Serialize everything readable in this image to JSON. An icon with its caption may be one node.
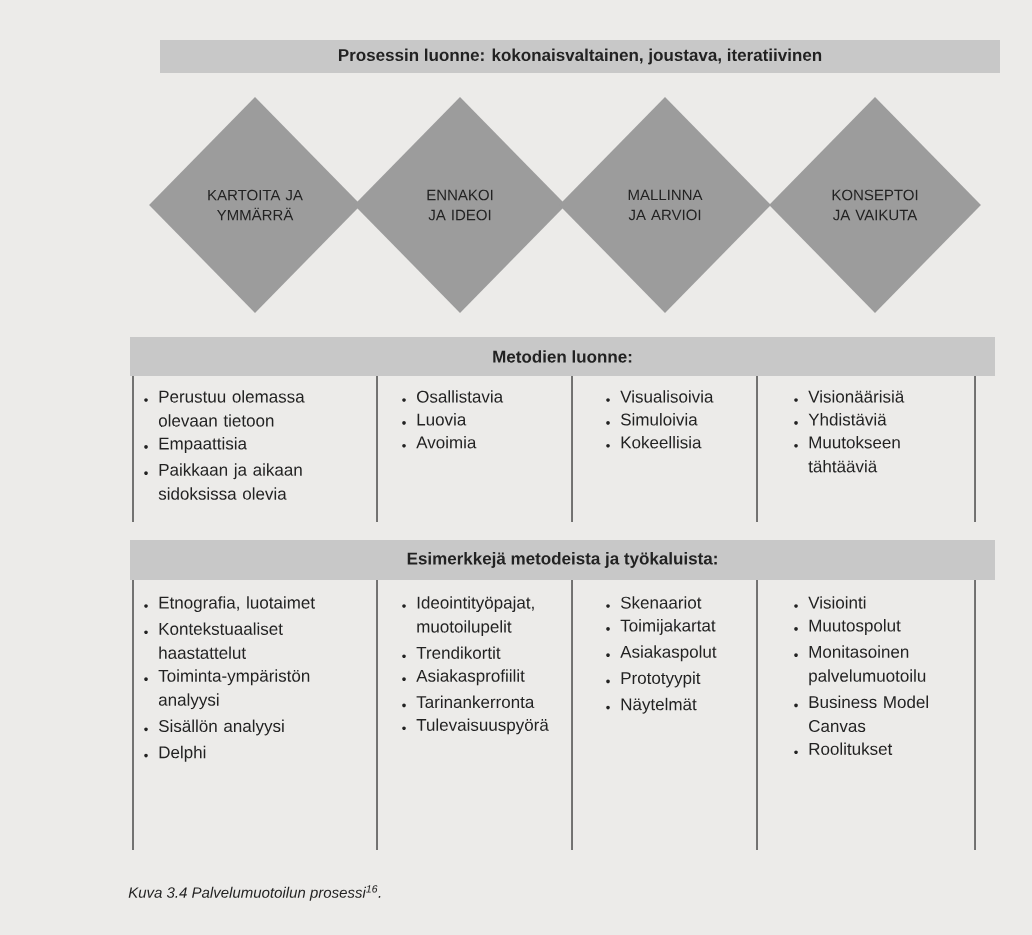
{
  "diagram": {
    "caption": "Kuva 3.4 Palvelumuotoilun prosessi$^{16}$.",
    "nodes": [
      {
        "text": [
          "Prosessin luonne: kokonaisvaltainen, joustava, iteratiivinen"
        ]
      },
      {
        "text": [
          "KARTOITA JA YMMÄRRÄ"
        ]
      },
      {
        "text": [
          "ENNAKOI JA IDEOI"
        ]
      },
      {
        "text": [
          "MALLINNA JA ARVIOI"
        ]
      },
      {
        "text": [
          "KONSEPTOI JA VAIKUTA"
        ]
      },
      {
        "text": [
          "Metodien luonne:"
        ]
      },
      {
        "text": [
          "Esimerkkejä metodeista ja työkaluista:"
        ]
      }
    ],
    "labels": [
      "Perustuu olemassa olevaan tietoon",
      "Empaattisia",
      "Paikkaan ja aikaan sidoksissa olevia",
      "Osallistavia",
      "Luovia",
      "Avoimia",
      "Visualisoivia",
      "Simuloivia",
      "Kokeellisia",
      "Visionäärisiä",
      "Yhdistäviä",
      "Muutokseen tähtääviä",
      "Etnografia, luotaimet",
      "Kontekstuaaliset haastattelut",
      "Toiminta-ympäristön analyysi",
      "Sisällön analyysi",
      "Delphi",
      "Ideointityöpajat, muotoilupelit",
      "Trendikortit",
      "Asiakasprofiilit",
      "Tarinankerronta",
      "Tulevaisuuspyörä",
      "Skenaariot",
      "Toimijakartat",
      "Asiakaspolut",
      "Prototyypit",
      "Näytelmät",
      "Visiointi",
      "Muutospolut",
      "Monitasoinen palvelumuotoilu",
      "Business Model Canvas",
      "Roolitukset"
    ]
  }
}
